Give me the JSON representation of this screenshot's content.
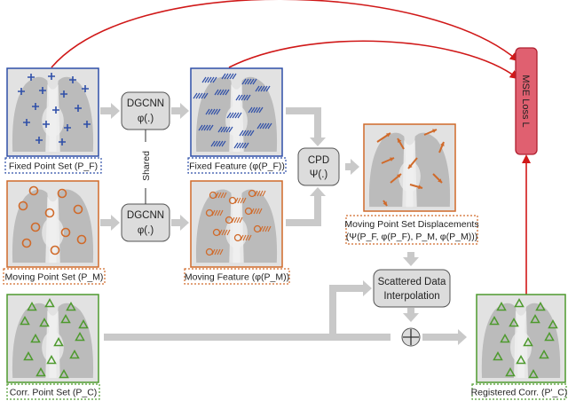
{
  "nodes": {
    "fixed_point_set": "Fixed Point Set (P_F)",
    "fixed_feature": "Fixed Feature (φ(P_F))",
    "moving_point_set": "Moving Point Set (P_M)",
    "moving_feature": "Moving Feature (φ(P_M))",
    "corr_point_set": "Corr. Point Set (P_C)",
    "registered_corr": "Registered Corr. (P'_C)",
    "dgcnn_top_line1": "DGCNN",
    "dgcnn_top_line2": "φ(.)",
    "dgcnn_bottom_line1": "DGCNN",
    "dgcnn_bottom_line2": "φ(.)",
    "shared": "Shared",
    "cpd_line1": "CPD",
    "cpd_line2": "Ψ(.)",
    "displacements_line1": "Moving Point Set Displacements",
    "displacements_line2": "(Ψ(P_F, φ(P_F), P_M, φ(P_M)))",
    "scattered_line1": "Scattered Data",
    "scattered_line2": "Interpolation",
    "plus": "⊕",
    "mse": "MSE Loss L"
  },
  "colors": {
    "fixed": "#2f4fa8",
    "moving": "#d06a2a",
    "corr": "#4e9a2e",
    "mse_fill": "#e06070",
    "mse_stroke": "#b02030",
    "red_arrow": "#d01818",
    "gray_arrow": "#c9c9c9",
    "box_fill": "#dcdcdc"
  }
}
